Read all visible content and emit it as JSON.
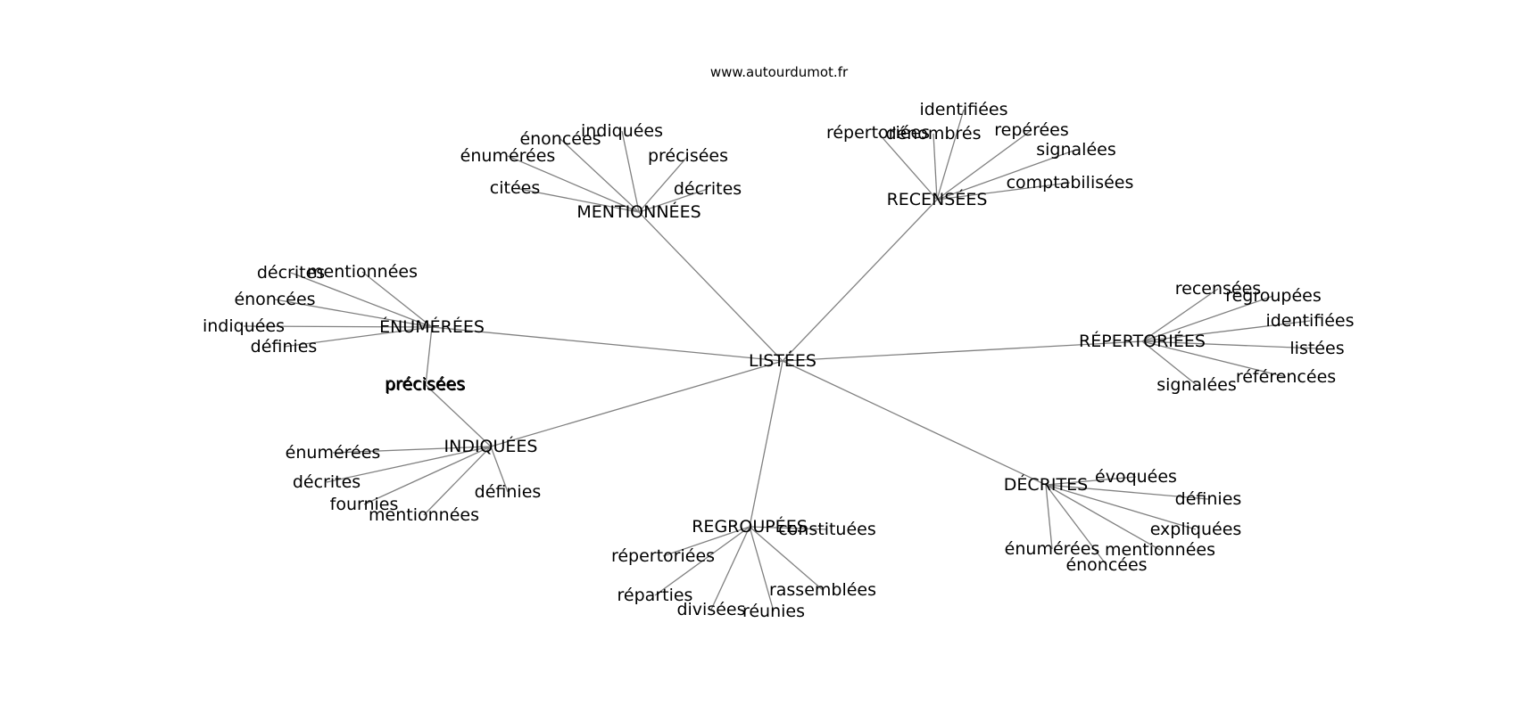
{
  "source": "www.autourdumot.fr",
  "colors": {
    "edge": "#808080",
    "text": "#000000",
    "background": "#ffffff"
  },
  "graph": {
    "root": "LISTÉES",
    "branches": [
      {
        "label": "MENTIONNÉES",
        "leaves": [
          "indiquées",
          "énoncées",
          "énumérées",
          "citées",
          "précisées",
          "décrites"
        ]
      },
      {
        "label": "RECENSÉES",
        "leaves": [
          "identifiées",
          "répertoriées",
          "dénombrés",
          "repérées",
          "signalées",
          "comptabilisées"
        ]
      },
      {
        "label": "ÉNUMÉRÉES",
        "leaves": [
          "décrites",
          "mentionnées",
          "énoncées",
          "indiquées",
          "définies",
          "précisées"
        ]
      },
      {
        "label": "RÉPERTORIÉES",
        "leaves": [
          "recensées",
          "regroupées",
          "identifiées",
          "listées",
          "référencées",
          "signalées"
        ]
      },
      {
        "label": "INDIQUÉES",
        "leaves": [
          "précisées",
          "énumérées",
          "décrites",
          "fournies",
          "mentionnées",
          "définies"
        ]
      },
      {
        "label": "DÉCRITES",
        "leaves": [
          "évoquées",
          "définies",
          "expliquées",
          "mentionnées",
          "énumérées",
          "énoncées"
        ]
      },
      {
        "label": "REGROUPÉES",
        "leaves": [
          "constituées",
          "répertoriées",
          "réparties",
          "divisées",
          "réunies",
          "rassemblées"
        ]
      }
    ]
  }
}
